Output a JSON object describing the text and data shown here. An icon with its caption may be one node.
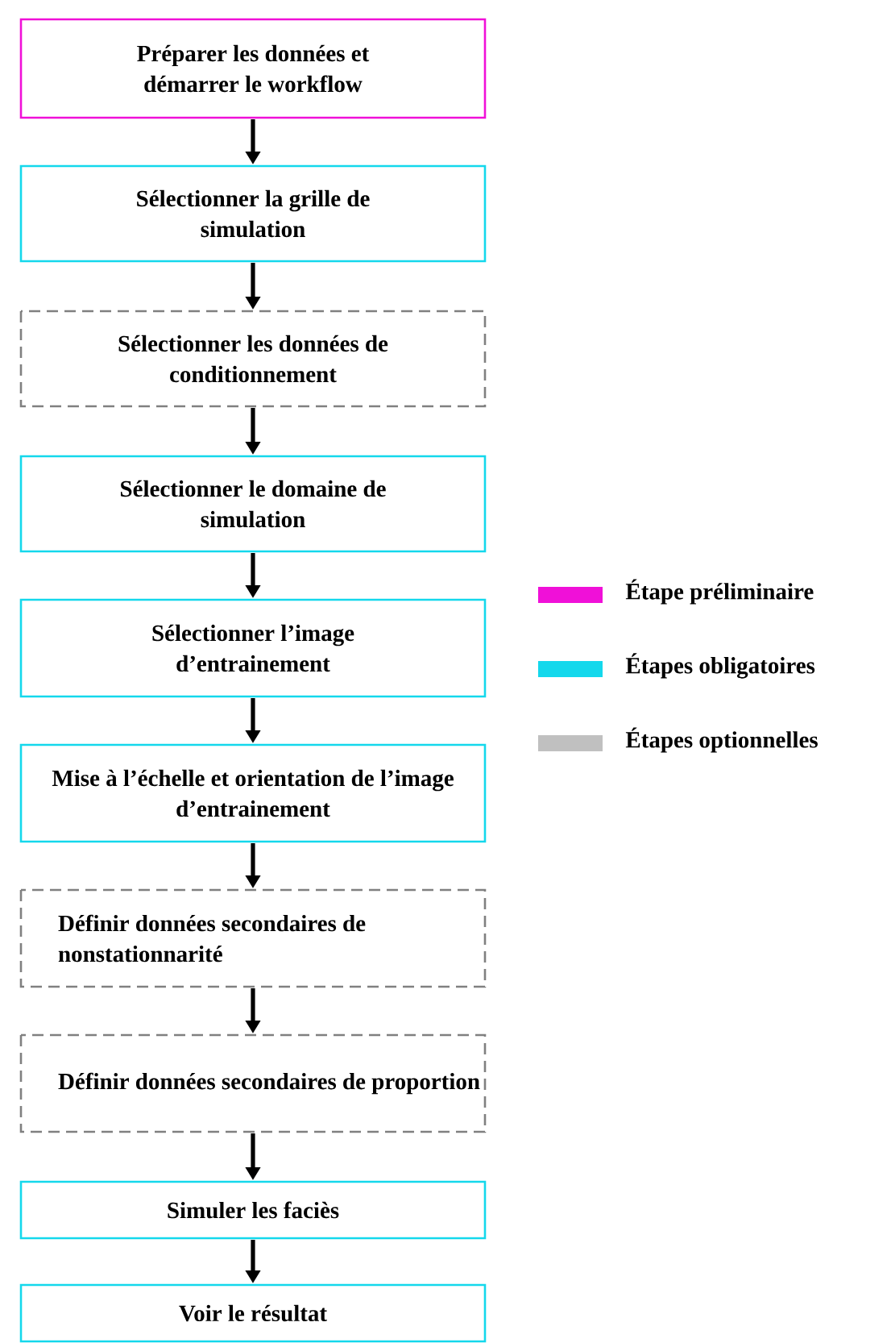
{
  "diagram": {
    "nodes": [
      {
        "text": [
          "Préparer les données et démarrer le workflow"
        ]
      },
      {
        "text": [
          "Sélectionner la grille de simulation"
        ]
      },
      {
        "text": [
          "Sélectionner les données de conditionnement"
        ]
      },
      {
        "text": [
          "Sélectionner le domaine de simulation"
        ]
      },
      {
        "text": [
          "Sélectionner l’image d’entrainement"
        ]
      },
      {
        "text": [
          "Mise à l’échelle et orientation de l’image d’entrainement"
        ]
      },
      {
        "text": [
          "Définir données secondaires de nonstationnarité"
        ]
      },
      {
        "text": [
          "Définir données secondaires de proportion"
        ]
      },
      {
        "text": [
          "Simuler les faciès"
        ]
      },
      {
        "text": [
          "Voir le résultat"
        ]
      }
    ],
    "edges": [
      {
        "from": 0,
        "to": 1,
        "arrow": "to"
      },
      {
        "from": 1,
        "to": 2,
        "arrow": "to"
      },
      {
        "from": 2,
        "to": 3,
        "arrow": "to"
      },
      {
        "from": 3,
        "to": 4,
        "arrow": "to"
      },
      {
        "from": 4,
        "to": 5,
        "arrow": "to"
      },
      {
        "from": 5,
        "to": 6,
        "arrow": "to"
      },
      {
        "from": 6,
        "to": 7,
        "arrow": "to"
      },
      {
        "from": 7,
        "to": 8,
        "arrow": "to"
      },
      {
        "from": 8,
        "to": 9,
        "arrow": "to"
      }
    ],
    "legend": [
      {
        "text": "Étape préliminaire",
        "color": "#f010d8"
      },
      {
        "text": "Étapes obligatoires",
        "color": "#14d8ec"
      },
      {
        "text": "Étapes optionnelles",
        "color": "#c0c0c0"
      }
    ]
  }
}
